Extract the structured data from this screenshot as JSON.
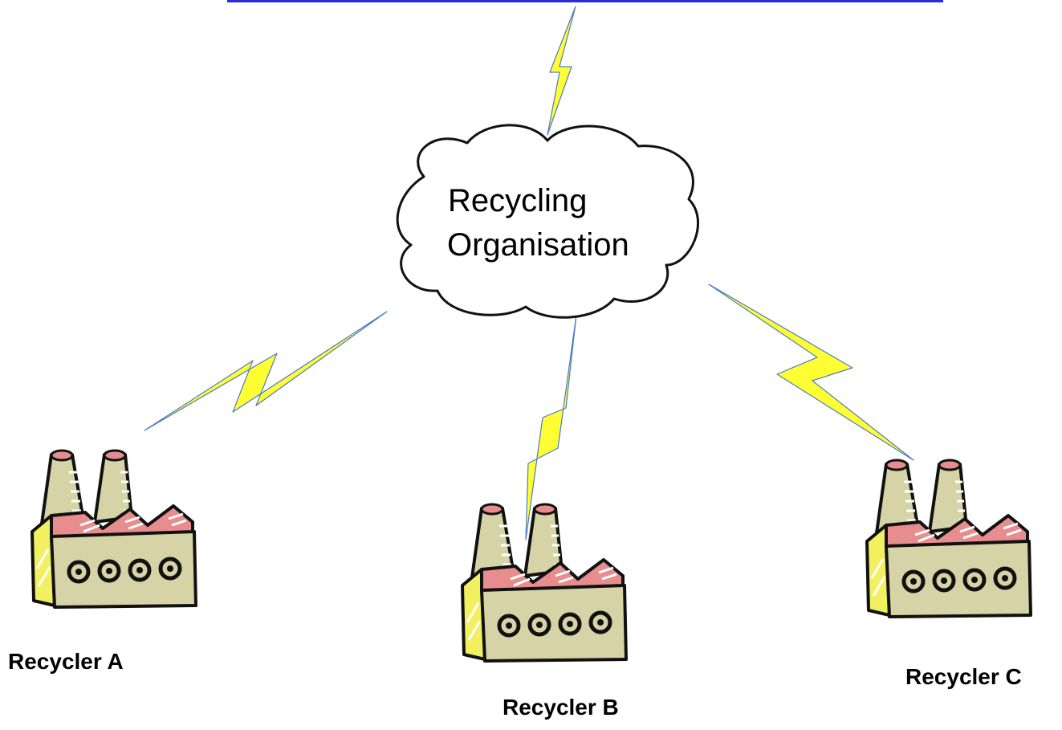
{
  "cloud": {
    "line1": "Recycling",
    "line2": "Organisation"
  },
  "recyclers": {
    "a": {
      "label": "Recycler A"
    },
    "b": {
      "label": "Recycler B"
    },
    "c": {
      "label": "Recycler C"
    }
  },
  "colors": {
    "bolt_fill": "#ffff33",
    "bolt_stroke": "#4a7ac8",
    "top_rule": "#2a2ae0",
    "factory_body": "#d6d4a6",
    "factory_roof": "#e78d8d",
    "factory_side": "#f2f060",
    "outline": "#111111"
  }
}
